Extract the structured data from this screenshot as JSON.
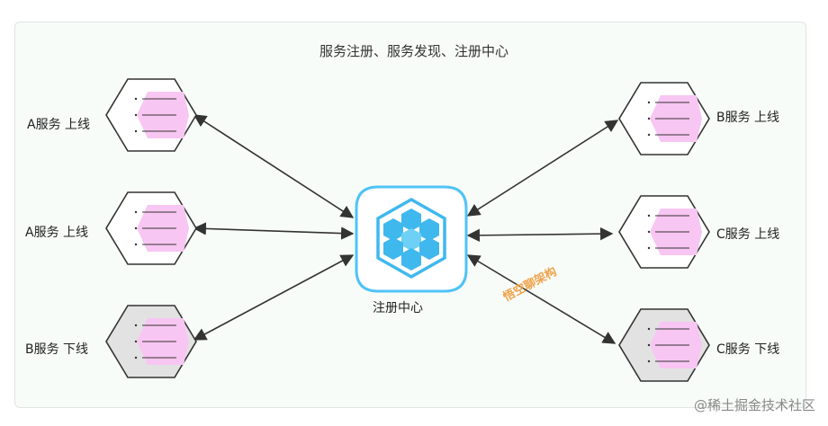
{
  "title": "服务注册、服务发现、注册中心",
  "center": {
    "label": "注册中心",
    "icon": "cube-cluster-icon"
  },
  "nodes": [
    {
      "id": "a1",
      "label": "A服务  上线",
      "status": "online"
    },
    {
      "id": "a2",
      "label": "A服务  上线",
      "status": "online"
    },
    {
      "id": "b1",
      "label": "B服务  下线",
      "status": "offline"
    },
    {
      "id": "b2",
      "label": "B服务  上线",
      "status": "online"
    },
    {
      "id": "c1",
      "label": "C服务  上线",
      "status": "online"
    },
    {
      "id": "c2",
      "label": "C服务  下线",
      "status": "offline"
    }
  ],
  "watermark": "悟空聊架构",
  "footer": "@稀土掘金技术社区",
  "colors": {
    "panel_bg": "#f7fcf8",
    "hex_online": "#ffffff",
    "hex_offline": "#e2e2e2",
    "inner_pink": "#f8c6f2",
    "center_border": "#4fc3f7",
    "center_icon": "#3fb8ee",
    "arrow": "#333333"
  }
}
